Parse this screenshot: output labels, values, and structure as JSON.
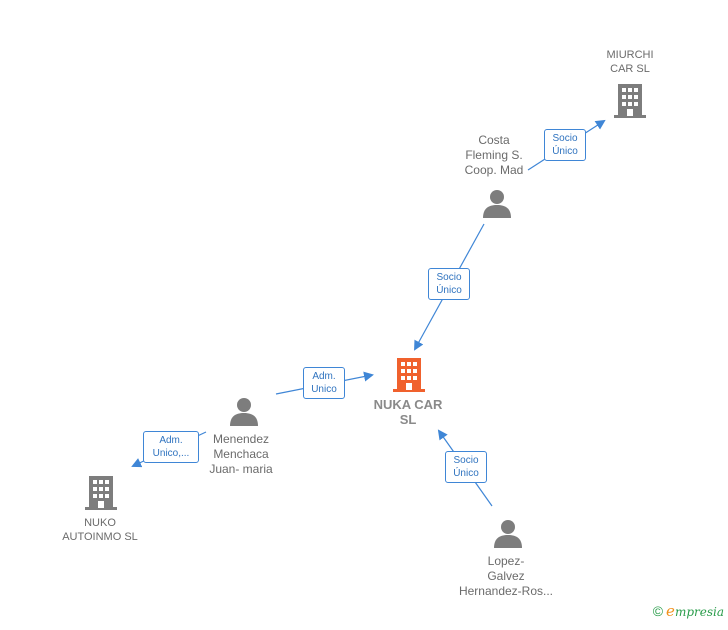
{
  "nodes": {
    "miurchi": {
      "label": "MIURCHI\nCAR  SL"
    },
    "costa": {
      "label": "Costa\nFleming S.\nCoop. Mad"
    },
    "nuka": {
      "label": "NUKA CAR\nSL"
    },
    "menendez": {
      "label": "Menendez\nMenchaca\nJuan- maria"
    },
    "nuko": {
      "label": "NUKO\nAUTOINMO  SL"
    },
    "lopez": {
      "label": "Lopez-\nGalvez\nHernandez-Ros..."
    }
  },
  "edges": {
    "costa_miurchi": {
      "label": "Socio\nÚnico"
    },
    "costa_nuka": {
      "label": "Socio\nÚnico"
    },
    "menendez_nuka": {
      "label": "Adm.\nUnico"
    },
    "menendez_nuko": {
      "label": "Adm.\nUnico,..."
    },
    "lopez_nuka": {
      "label": "Socio\nÚnico"
    }
  },
  "colors": {
    "edge": "#3f86d6",
    "focus_company": "#f0612d",
    "company": "#7d7d7d",
    "person": "#7d7d7d"
  },
  "brand": {
    "copyright_symbol": "©",
    "initial": "e",
    "name_rest": "mpresia"
  }
}
